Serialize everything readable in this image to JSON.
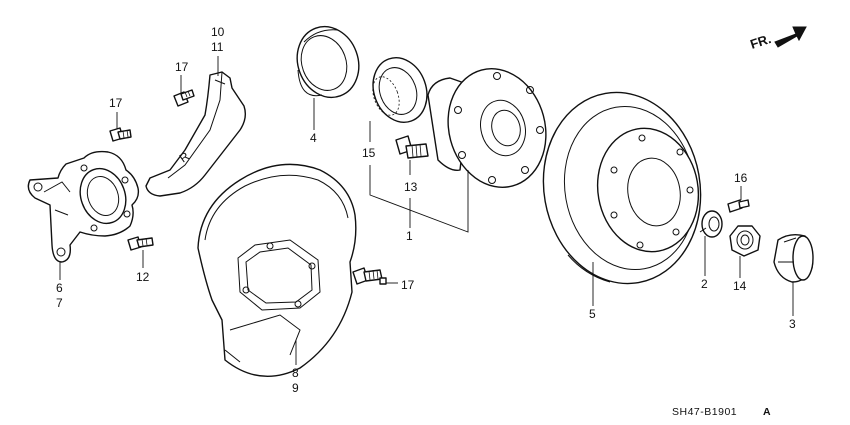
{
  "labels": {
    "p10": "10",
    "p11": "11",
    "p17a": "17",
    "p17b": "17",
    "p17c": "17",
    "p4": "4",
    "p15": "15",
    "p13": "13",
    "p1": "1",
    "p5": "5",
    "p16": "16",
    "p2": "2",
    "p14": "14",
    "p3": "3",
    "p6": "6",
    "p7": "7",
    "p12": "12",
    "p8": "8",
    "p9": "9"
  },
  "front_indicator": "FR.",
  "diagram_code": "SH47-B1901",
  "diagram_suffix": "A",
  "shield_mark": "R"
}
